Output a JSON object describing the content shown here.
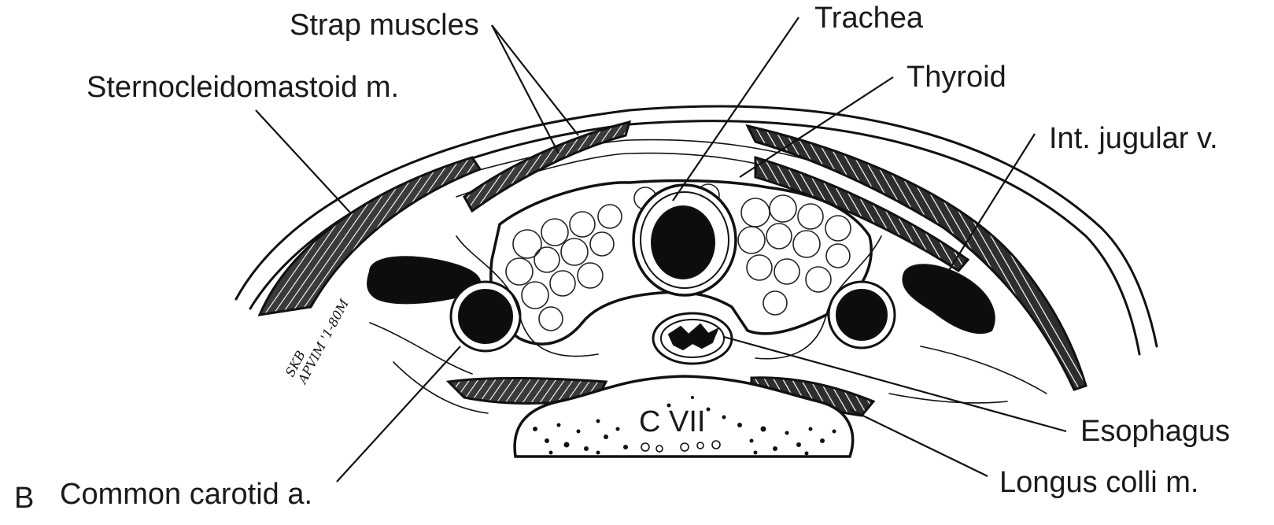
{
  "figure": {
    "panel_letter": "B",
    "labels": {
      "strap_muscles": "Strap muscles",
      "sternocleidomastoid": "Sternocleidomastoid m.",
      "trachea": "Trachea",
      "thyroid": "Thyroid",
      "int_jugular": "Int. jugular v.",
      "esophagus": "Esophagus",
      "longus_colli": "Longus colli m.",
      "common_carotid": "Common carotid a.",
      "vertebra": "C VII"
    },
    "signature": [
      "SKB",
      "APVIM '1-80M"
    ]
  }
}
